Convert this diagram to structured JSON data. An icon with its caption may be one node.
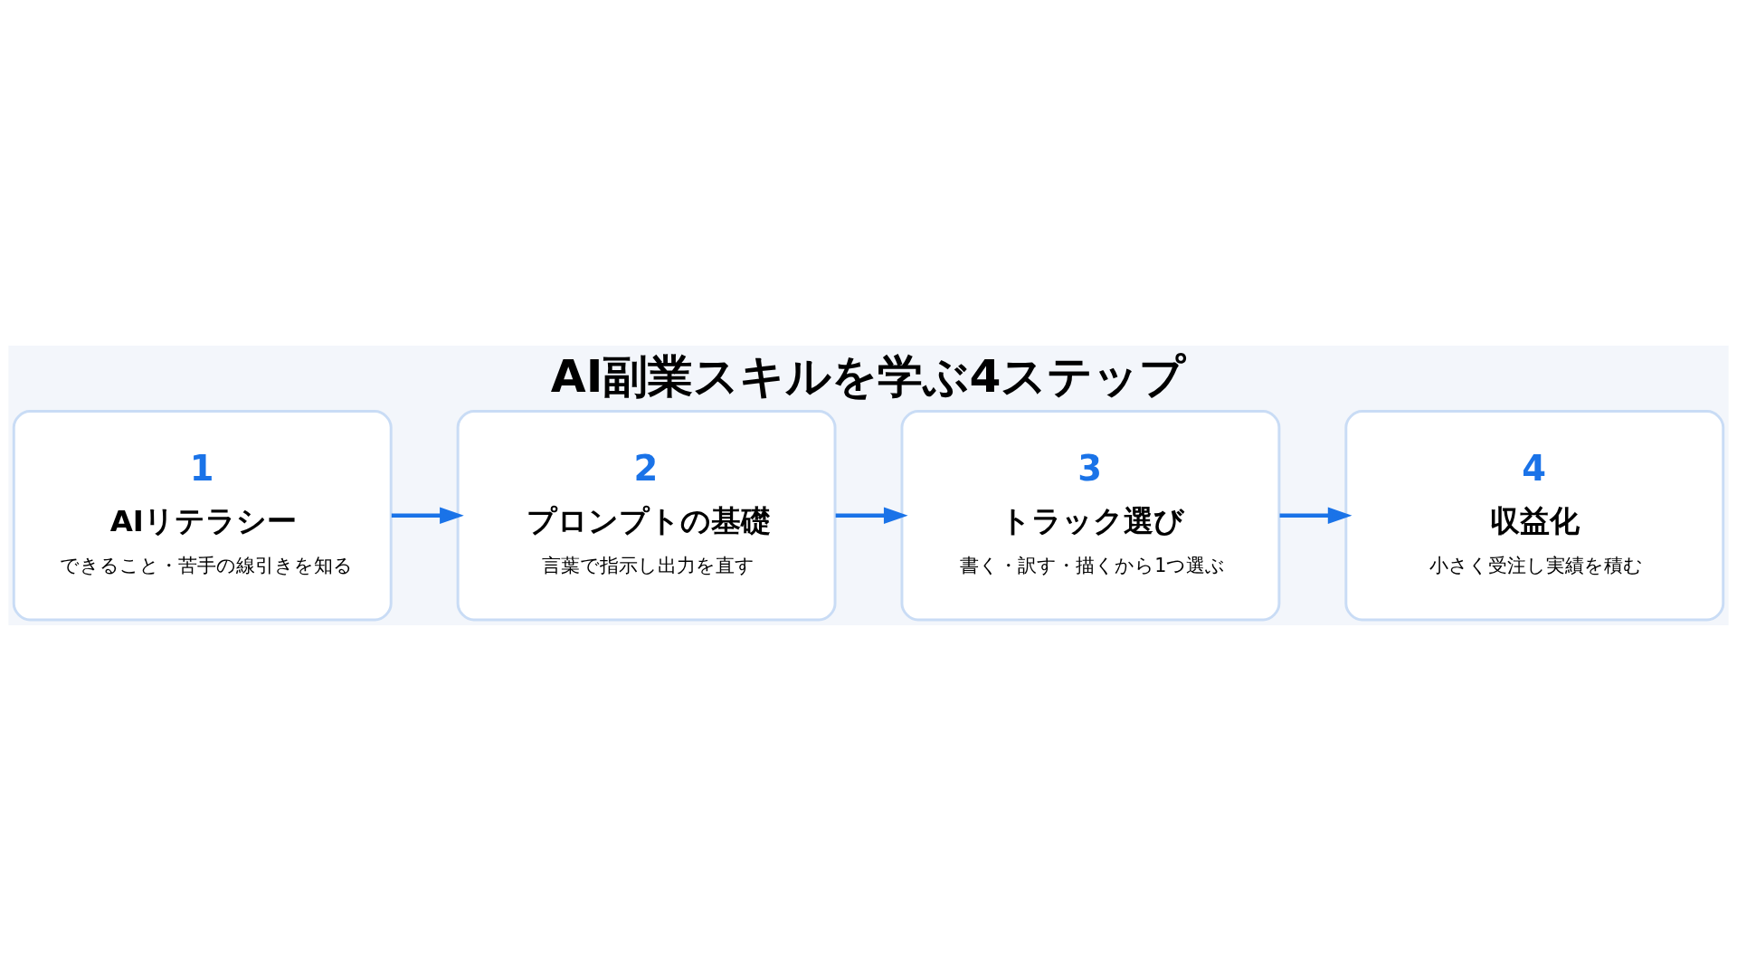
{
  "diagram": {
    "title": "AI副業スキルを学ぶ4ステップ",
    "nodes": [
      {
        "text": [
          "1",
          "AIリテラシー",
          "できること・苦手の線引きを知る"
        ]
      },
      {
        "text": [
          "2",
          "プロンプトの基礎",
          "言葉で指示し出力を直す"
        ]
      },
      {
        "text": [
          "3",
          "トラック選び",
          "書く・訳す・描くから1つ選ぶ"
        ]
      },
      {
        "text": [
          "4",
          "収益化",
          "小さく受注し実績を積む"
        ]
      }
    ],
    "edges": [
      {
        "from": 0,
        "to": 1,
        "arrow": "to"
      },
      {
        "from": 1,
        "to": 2,
        "arrow": "to"
      },
      {
        "from": 2,
        "to": 3,
        "arrow": "to"
      }
    ]
  }
}
